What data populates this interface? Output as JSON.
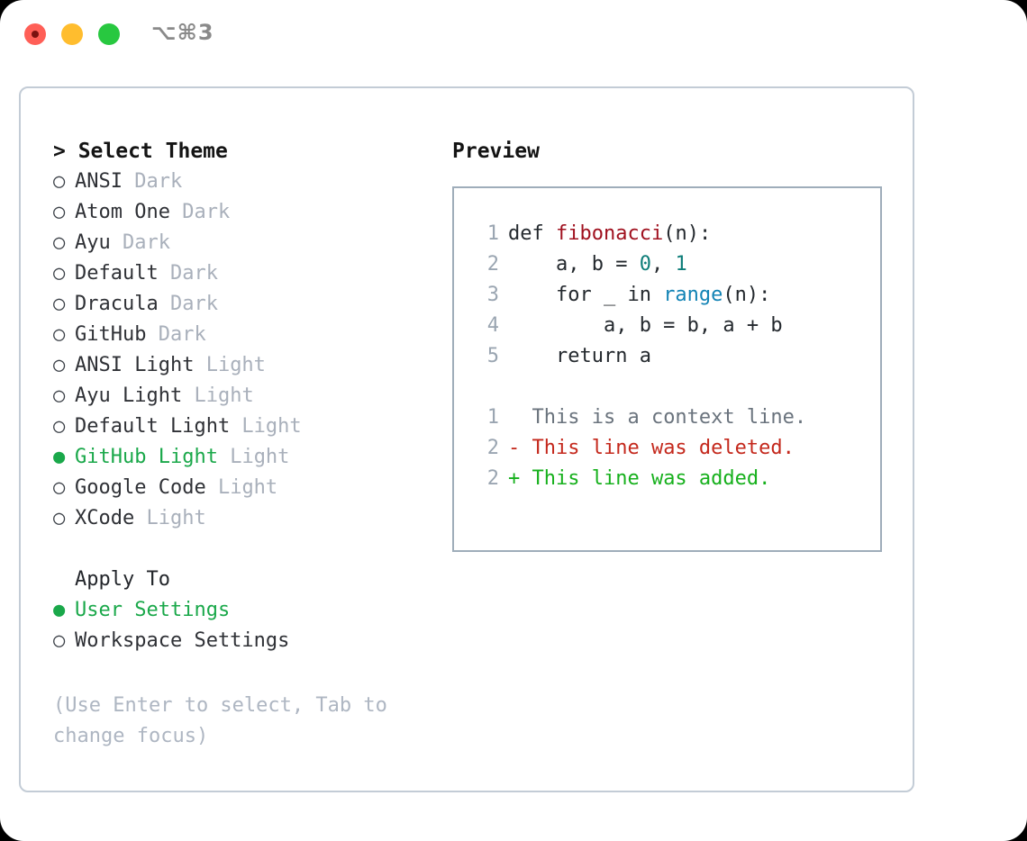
{
  "titlebar": {
    "shortcut": "⌥⌘3",
    "lights": [
      "close",
      "minimize",
      "maximize"
    ]
  },
  "theme_picker": {
    "header": "> Select Theme",
    "bullet_selected": "●",
    "bullet_unselected": "○",
    "items": [
      {
        "name": "ANSI",
        "tag": "Dark",
        "selected": false
      },
      {
        "name": "Atom One",
        "tag": "Dark",
        "selected": false
      },
      {
        "name": "Ayu",
        "tag": "Dark",
        "selected": false
      },
      {
        "name": "Default",
        "tag": "Dark",
        "selected": false
      },
      {
        "name": "Dracula",
        "tag": "Dark",
        "selected": false
      },
      {
        "name": "GitHub",
        "tag": "Dark",
        "selected": false
      },
      {
        "name": "ANSI Light",
        "tag": "Light",
        "selected": false
      },
      {
        "name": "Ayu Light",
        "tag": "Light",
        "selected": false
      },
      {
        "name": "Default Light",
        "tag": "Light",
        "selected": false
      },
      {
        "name": "GitHub Light",
        "tag": "Light",
        "selected": true
      },
      {
        "name": "Google Code",
        "tag": "Light",
        "selected": false
      },
      {
        "name": "XCode",
        "tag": "Light",
        "selected": false
      }
    ]
  },
  "apply_to": {
    "title": "Apply To",
    "options": [
      {
        "name": "User Settings",
        "selected": true
      },
      {
        "name": "Workspace Settings",
        "selected": false
      }
    ]
  },
  "hint": "(Use Enter to select, Tab to change focus)",
  "preview": {
    "title": "Preview",
    "code_lines": [
      {
        "num": "1",
        "segments": [
          {
            "text": "def ",
            "kind": "plain"
          },
          {
            "text": "fibonacci",
            "kind": "fn"
          },
          {
            "text": "(n):",
            "kind": "plain"
          }
        ]
      },
      {
        "num": "2",
        "segments": [
          {
            "text": "    a, b = ",
            "kind": "plain"
          },
          {
            "text": "0",
            "kind": "num"
          },
          {
            "text": ", ",
            "kind": "plain"
          },
          {
            "text": "1",
            "kind": "num"
          }
        ]
      },
      {
        "num": "3",
        "segments": [
          {
            "text": "    for _ in ",
            "kind": "plain"
          },
          {
            "text": "range",
            "kind": "builtin"
          },
          {
            "text": "(n):",
            "kind": "plain"
          }
        ]
      },
      {
        "num": "4",
        "segments": [
          {
            "text": "        a, b = b, a + b",
            "kind": "plain"
          }
        ]
      },
      {
        "num": "5",
        "segments": [
          {
            "text": "    return a",
            "kind": "plain"
          }
        ]
      }
    ],
    "diff_lines": [
      {
        "num": "1",
        "marker": " ",
        "text": " This is a context line.",
        "kind": "context"
      },
      {
        "num": "2",
        "marker": "-",
        "text": " This line was deleted.",
        "kind": "deleted"
      },
      {
        "num": "2",
        "marker": "+",
        "text": " This line was added.",
        "kind": "added"
      }
    ]
  },
  "colors": {
    "accent_green": "#1aa84a",
    "tag_gray": "#a9b0bb",
    "panel_border": "#c3ccd6",
    "code_border": "#9fadba",
    "fn_red": "#a0111f",
    "num_teal": "#0d7d78",
    "builtin_blue": "#1283b5",
    "diff_deleted": "#c4281c",
    "diff_added": "#16b01c",
    "diff_context": "#6a737d"
  }
}
